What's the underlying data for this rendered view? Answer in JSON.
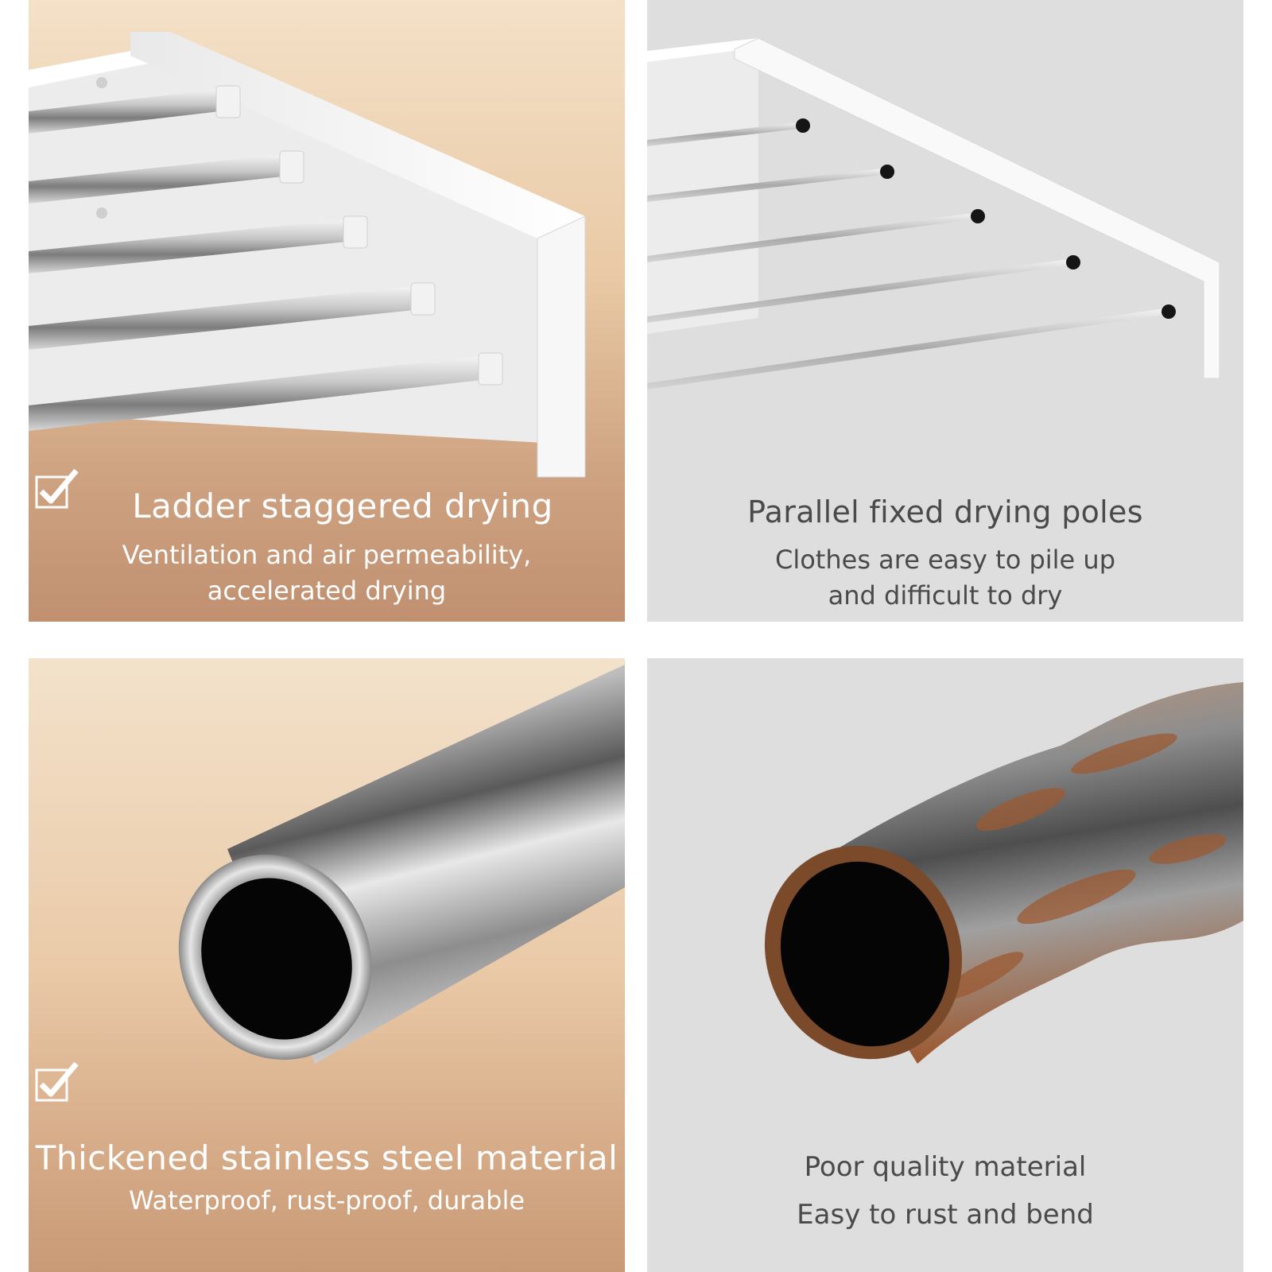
{
  "panels": {
    "ladder": {
      "title": "Ladder staggered drying",
      "subtitle_line1": "Ventilation and air permeability,",
      "subtitle_line2": "accelerated drying",
      "checked": true
    },
    "parallel": {
      "title": "Parallel fixed drying poles",
      "subtitle_line1": "Clothes are easy to pile up",
      "subtitle_line2": "and difficult to dry"
    },
    "stainless": {
      "title": "Thickened stainless steel material",
      "subtitle": "Waterproof, rust-proof, durable",
      "checked": true
    },
    "poor": {
      "title": "Poor quality material",
      "subtitle": "Easy to rust and bend"
    }
  },
  "icons": {
    "check": "checkbox-checked-icon",
    "ladder_rack": "ladder-drying-rack-image",
    "parallel_rack": "parallel-drying-rack-image",
    "steel_tube": "stainless-steel-tube-image",
    "rusty_tube": "rusty-tube-image"
  },
  "colors": {
    "warm_panel": "#e9c9a5",
    "gray_panel": "#dedede",
    "rust": "#9c5a32"
  }
}
